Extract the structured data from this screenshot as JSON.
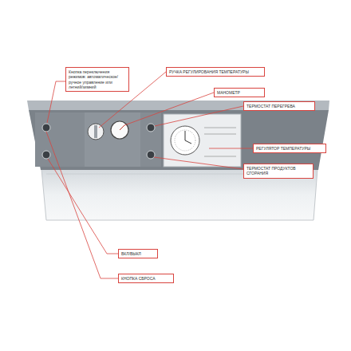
{
  "diagram": {
    "nodes": [
      {
        "text": [
          "Кнопка переключения режимов: автоматическое/ ручное управление или летний/зимний"
        ]
      },
      {
        "text": [
          "РУЧКА РЕГУЛИРОВАНИЯ ТЕМПЕРАТУРЫ"
        ]
      },
      {
        "text": [
          "МАНОМЕТР"
        ]
      },
      {
        "text": [
          "ТЕРМОСТАТ ПЕРЕГРЕВА"
        ]
      },
      {
        "text": [
          "РЕГУЛЯТОР ТЕМПЕРАТУРЫ"
        ]
      },
      {
        "text": [
          "ТЕРМОСТАТ ПРОДУКТОВ СГОРАНИЯ"
        ]
      },
      {
        "text": [
          "ВКЛ/ВЫКЛ"
        ]
      },
      {
        "text": [
          "КНОПКА СБРОСА"
        ]
      }
    ]
  }
}
